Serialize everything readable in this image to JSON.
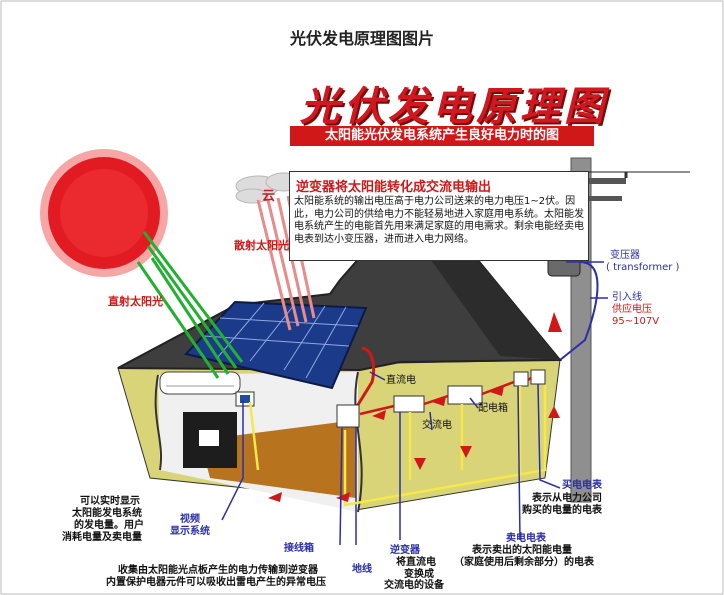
{
  "page_title": "光伏发电原理图图片",
  "main_title": "光伏发电原理图",
  "subtitle": "太阳能光伏发电系统产生良好电力时的图",
  "info_box": {
    "heading": "逆变器将太阳能转化成交流电输出",
    "body": "太阳能系统的输出电压高于电力公司送来的电力电压1~2伏。因此，电力公司的供给电力不能轻易地进入家庭用电系统。太阳能发电系统产生的电能首先用来满足家庭的用电需求。剩余电能经卖电电表到达小变压器，进而进入电力网络。"
  },
  "labels": {
    "cloud": "云",
    "scattered_sunlight": "散射太阳光",
    "direct_sunlight": "直射太阳光",
    "dc_power": "直流电",
    "ac_power": "交流电",
    "distribution_box": "配电箱",
    "transformer": "变压器",
    "transformer_en": "( transformer )",
    "service_line": "引入线",
    "supply_voltage_label": "供应电压",
    "supply_voltage_value": "95~107V",
    "realtime_display": [
      "可以实时显示",
      "太阳能发电系统",
      "的发电量。用户",
      "消耗电量及卖电量"
    ],
    "video_title": "视频",
    "video_system": "显示系统",
    "junction_box": "接线箱",
    "ground_wire": "地线",
    "junction_desc": [
      "收集由太阳能光点板产生的电力传输到逆变器",
      "内置保护电器元件可以吸收出雷电产生的异常电压"
    ],
    "inverter_title": "逆变器",
    "inverter_desc": [
      "将直流电",
      "变换成",
      "交流电的设备"
    ],
    "sell_meter_title": "卖电电表",
    "sell_meter_desc": [
      "表示卖出的太阳能电量",
      "（家庭使用后剩余部分）的电表"
    ],
    "buy_meter_title": "买电电表",
    "buy_meter_desc": [
      "表示从电力公司",
      "购买的电量的电表"
    ]
  },
  "colors": {
    "accent_red": "#d01818",
    "label_blue": "#2a2fa8",
    "wall": "#d9d478",
    "roof": "#3e3e3e",
    "panel": "#1c3a8a",
    "sun": "#e21b23",
    "direct_ray": "#22b030",
    "scattered_ray": "#e88b8b",
    "floor": "#b8731e"
  }
}
